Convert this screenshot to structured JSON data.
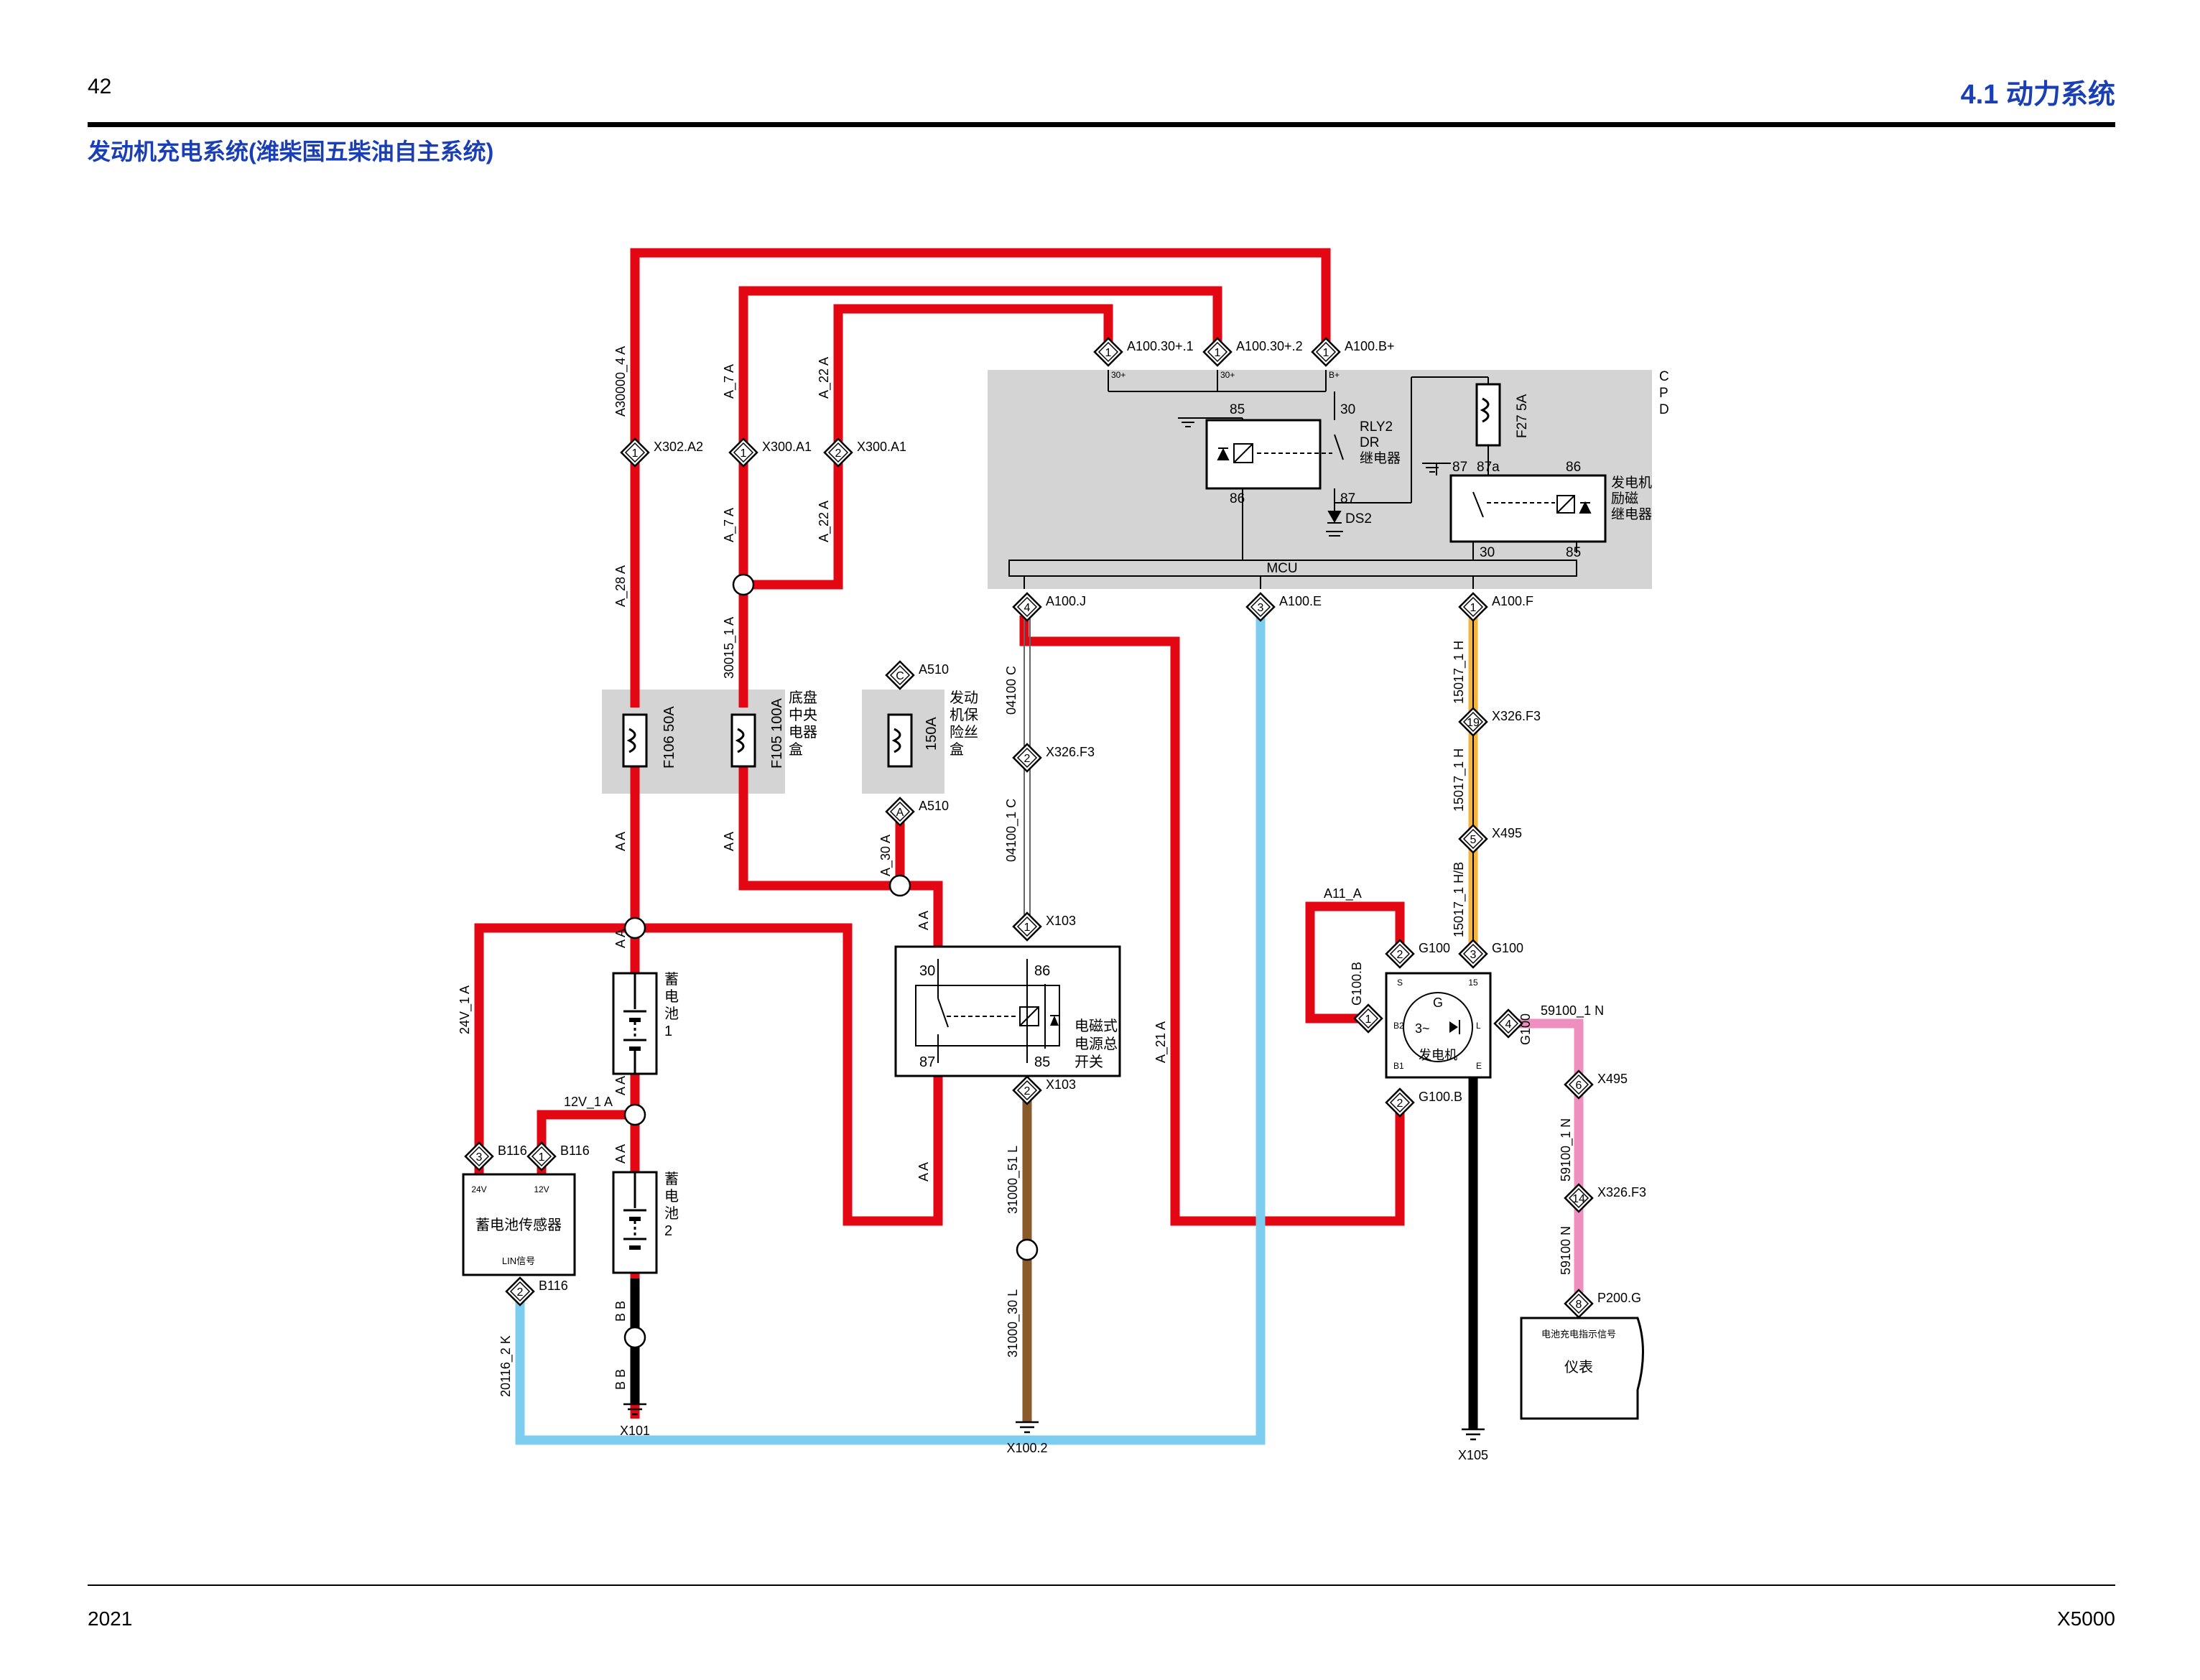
{
  "header": {
    "page_number": "42",
    "section": "4.1 动力系统",
    "title": "发动机充电系统(潍柴国五柴油自主系统)"
  },
  "footer": {
    "year": "2021",
    "model": "X5000"
  },
  "colors": {
    "red_wire": "#e30613",
    "light_blue_wire": "#7dcdf0",
    "orange_wire": "#f4b53a",
    "brown_wire": "#8a5a2b",
    "pink_wire": "#ee8fc0",
    "black_wire": "#000000",
    "grey_box": "#d4d4d4",
    "accent": "#1a3fb4"
  },
  "diagram": {
    "wire_labels": {
      "a30000_4": "A30000_4 A",
      "a28": "A_28 A",
      "a7_top": "A_7 A",
      "a7_mid": "A_7 A",
      "a22_top": "A_22 A",
      "a22_mid": "A_22 A",
      "w30015": "30015_1 A",
      "aa1": "A A",
      "aa2": "A A",
      "a30": "A_30 A",
      "aa3": "A A",
      "aa4": "A A",
      "aa5": "A A",
      "aa6": "A A",
      "aa7": "A A",
      "w24v": "24V_1 A",
      "w12v": "12V_1 A",
      "bb1": "B B",
      "bb2": "B B",
      "w20116": "20116_2 K",
      "a21": "A_21 A",
      "w04100c": "04100 C",
      "w04100_1c": "04100_1 C",
      "w31000_51": "31000_51 L",
      "w31000_30": "31000_30 L",
      "w15017h": "15017_1 H",
      "w15017_1h": "15017_1 H",
      "w15017hb": "15017_1 H/B",
      "a11": "A11_A",
      "g100b_wire": "G100.B",
      "w59100_1": "59100_1 N",
      "w59100_1n": "59100_1 N",
      "w59100n": "59100 N"
    },
    "connectors": {
      "a100_30_1": {
        "pin": "1",
        "label": "A100.30+.1",
        "sub": "30+"
      },
      "a100_30_2": {
        "pin": "1",
        "label": "A100.30+.2",
        "sub": "30+"
      },
      "a100_b": {
        "pin": "1",
        "label": "A100.B+",
        "sub": "B+"
      },
      "x302": {
        "pin": "1",
        "label": "X302.A2"
      },
      "x300_1": {
        "pin": "1",
        "label": "X300.A1"
      },
      "x300_2": {
        "pin": "2",
        "label": "X300.A1"
      },
      "a510_c": {
        "pin": "C",
        "label": "A510"
      },
      "a510_a": {
        "pin": "A",
        "label": "A510"
      },
      "a100_j": {
        "pin": "4",
        "label": "A100.J"
      },
      "a100_e": {
        "pin": "3",
        "label": "A100.E"
      },
      "a100_f": {
        "pin": "1",
        "label": "A100.F"
      },
      "x326_f3_a": {
        "pin": "2",
        "label": "X326.F3"
      },
      "x326_f3_b": {
        "pin": "19",
        "label": "X326.F3"
      },
      "x495_a": {
        "pin": "5",
        "label": "X495"
      },
      "x103_1": {
        "pin": "1",
        "label": "X103"
      },
      "x103_2": {
        "pin": "2",
        "label": "X103"
      },
      "g100_2": {
        "pin": "2",
        "label": "G100"
      },
      "g100_3": {
        "pin": "3",
        "label": "G100"
      },
      "g100_1": {
        "pin": "1",
        "label": "G100.B"
      },
      "g100_4": {
        "pin": "4",
        "label": "G100"
      },
      "g100_b2": {
        "pin": "2",
        "label": "G100.B"
      },
      "x495_b": {
        "pin": "6",
        "label": "X495"
      },
      "x326_f3_c": {
        "pin": "14",
        "label": "X326.F3"
      },
      "p200": {
        "pin": "8",
        "label": "P200.G"
      },
      "b116_3": {
        "pin": "3",
        "label": "B116"
      },
      "b116_1": {
        "pin": "1",
        "label": "B116"
      },
      "b116_2": {
        "pin": "2",
        "label": "B116"
      }
    },
    "cpd": {
      "label_c": "C",
      "label_p": "P",
      "label_d": "D",
      "mcu": "MCU",
      "relay1": {
        "name": "RLY2",
        "sub": "DR",
        "desc": "继电器",
        "p85": "85",
        "p86": "86",
        "p30": "30",
        "p87": "87"
      },
      "ds2": "DS2",
      "fuse": "F27  5A",
      "relay2": {
        "desc1": "发电机",
        "desc2": "励磁",
        "desc3": "继电器",
        "p87": "87",
        "p87a": "87a",
        "p86": "86",
        "p30": "30",
        "p85": "85"
      }
    },
    "fuse_box1": {
      "f106": "F106  50A",
      "f105": "F105  100A",
      "desc": [
        "底盘",
        "中央",
        "电器",
        "盒"
      ]
    },
    "fuse_box2": {
      "f": "150A",
      "desc": [
        "发动",
        "机保",
        "险丝",
        "盒"
      ]
    },
    "battery1": [
      "蓄",
      "电",
      "池",
      "1"
    ],
    "battery2": [
      "蓄",
      "电",
      "池",
      "2"
    ],
    "battery_sensor": {
      "name": "蓄电池传感器",
      "p24": "24V",
      "p12": "12V",
      "lin": "LIN信号"
    },
    "switch": {
      "desc": [
        "电磁式",
        "电源总",
        "开关"
      ],
      "p30": "30",
      "p86": "86",
      "p87": "87",
      "p85": "85"
    },
    "alternator": {
      "name": "发电机",
      "g": "G",
      "three": "3~",
      "s": "S",
      "p15": "15",
      "b2": "B2",
      "l": "L",
      "b1": "B1",
      "e": "E"
    },
    "instrument": {
      "signal": "电池充电指示信号",
      "name": "仪表"
    },
    "grounds": {
      "x101": "X101",
      "x100_2": "X100.2",
      "x105": "X105"
    }
  }
}
